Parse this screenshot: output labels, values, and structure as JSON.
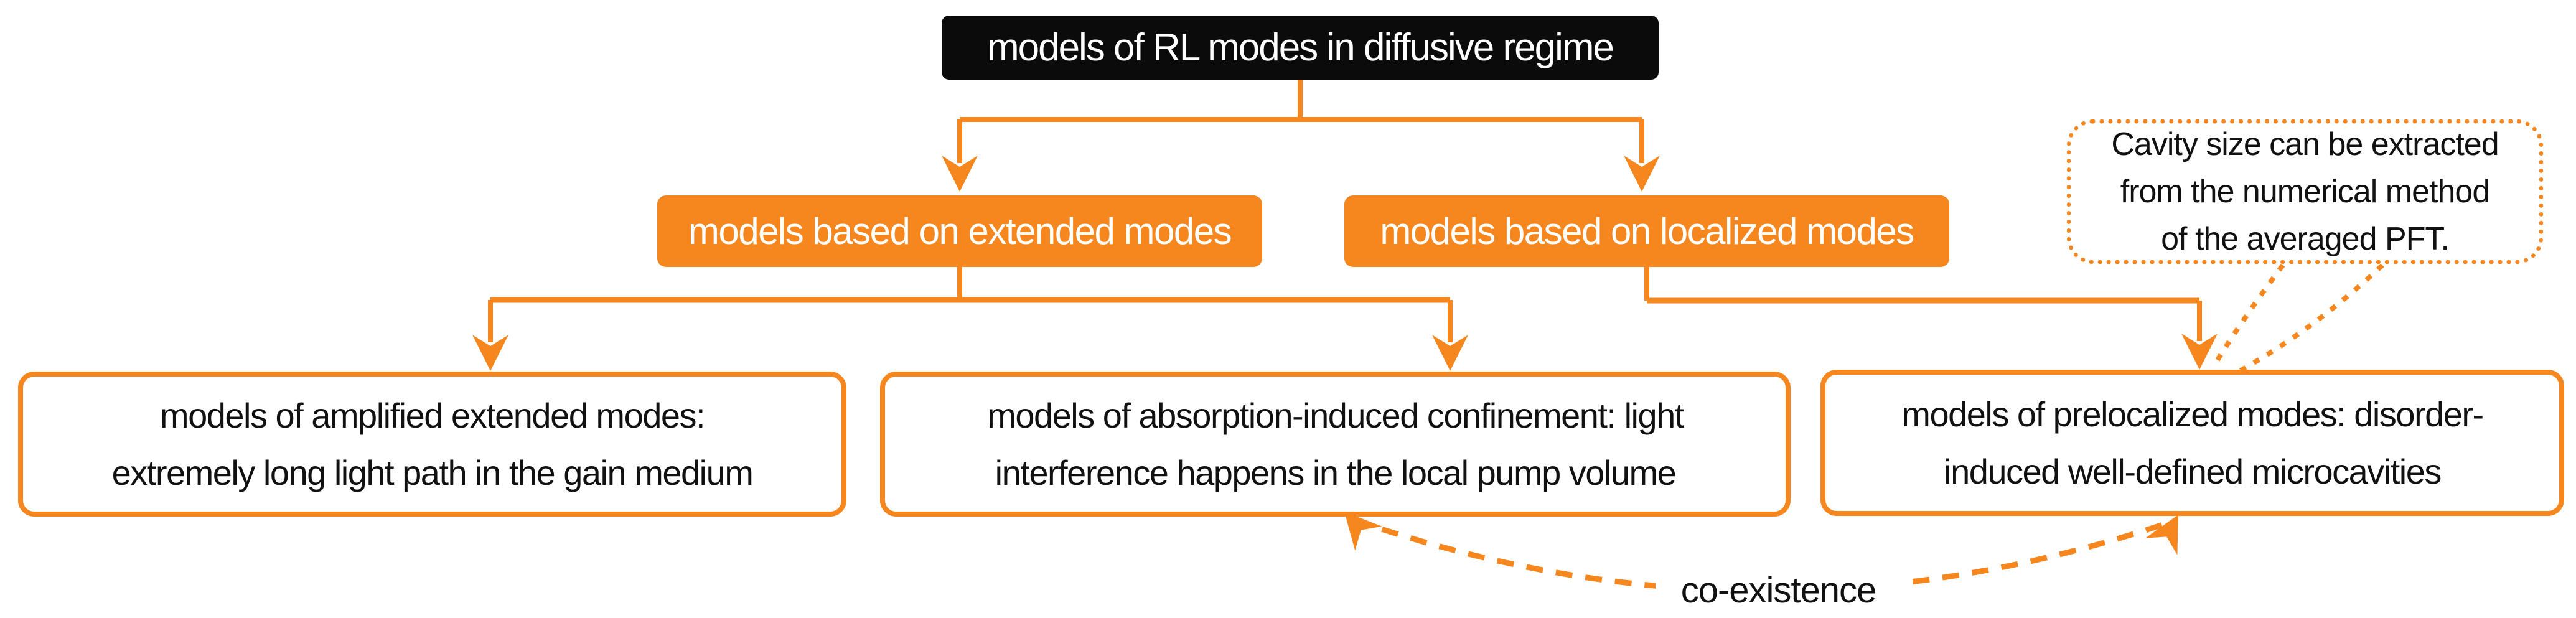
{
  "diagram": {
    "root": {
      "label": "models of RL modes in diffusive regime"
    },
    "branches": [
      {
        "label": "models based on extended modes"
      },
      {
        "label": "models based on localized modes"
      }
    ],
    "leaves": [
      {
        "label": "models of amplified extended modes:\nextremely long light path in the gain medium"
      },
      {
        "label": "models of absorption-induced confinement: light\ninterference happens in the local pump volume"
      },
      {
        "label": "models of prelocalized modes: disorder-\ninduced well-defined microcavities"
      }
    ],
    "callout": {
      "label": "Cavity size can be extracted\nfrom the numerical method\nof the averaged PFT."
    },
    "coexistence": {
      "label": "co-existence"
    },
    "colors": {
      "accent_orange": "#F6861E",
      "root_background": "#0B0B0B",
      "root_text": "#FFFFFF",
      "branch_text": "#FFFFFF",
      "body_text": "#111111",
      "canvas_background": "#FFFFFF"
    }
  }
}
